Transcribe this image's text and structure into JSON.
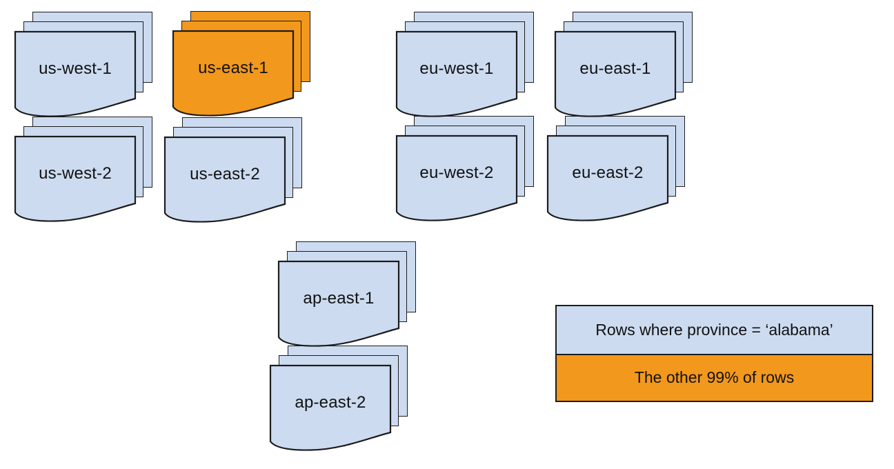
{
  "stacks": [
    {
      "label": "us-west-1",
      "color": "blue"
    },
    {
      "label": "us-east-1",
      "color": "orange"
    },
    {
      "label": "eu-west-1",
      "color": "blue"
    },
    {
      "label": "eu-east-1",
      "color": "blue"
    },
    {
      "label": "us-west-2",
      "color": "blue"
    },
    {
      "label": "us-east-2",
      "color": "blue"
    },
    {
      "label": "eu-west-2",
      "color": "blue"
    },
    {
      "label": "eu-east-2",
      "color": "blue"
    },
    {
      "label": "ap-east-1",
      "color": "blue"
    },
    {
      "label": "ap-east-2",
      "color": "blue"
    }
  ],
  "legend": {
    "items": [
      {
        "label": "Rows where province = ‘alabama’",
        "swatch": "#ccdbf0"
      },
      {
        "label": "The other 99% of rows",
        "swatch": "#f2981d"
      }
    ]
  },
  "colors": {
    "document_blue": "#ccdbf0",
    "document_orange": "#f2981d",
    "ink": "#1c1c1c",
    "background": "#ffffff"
  }
}
